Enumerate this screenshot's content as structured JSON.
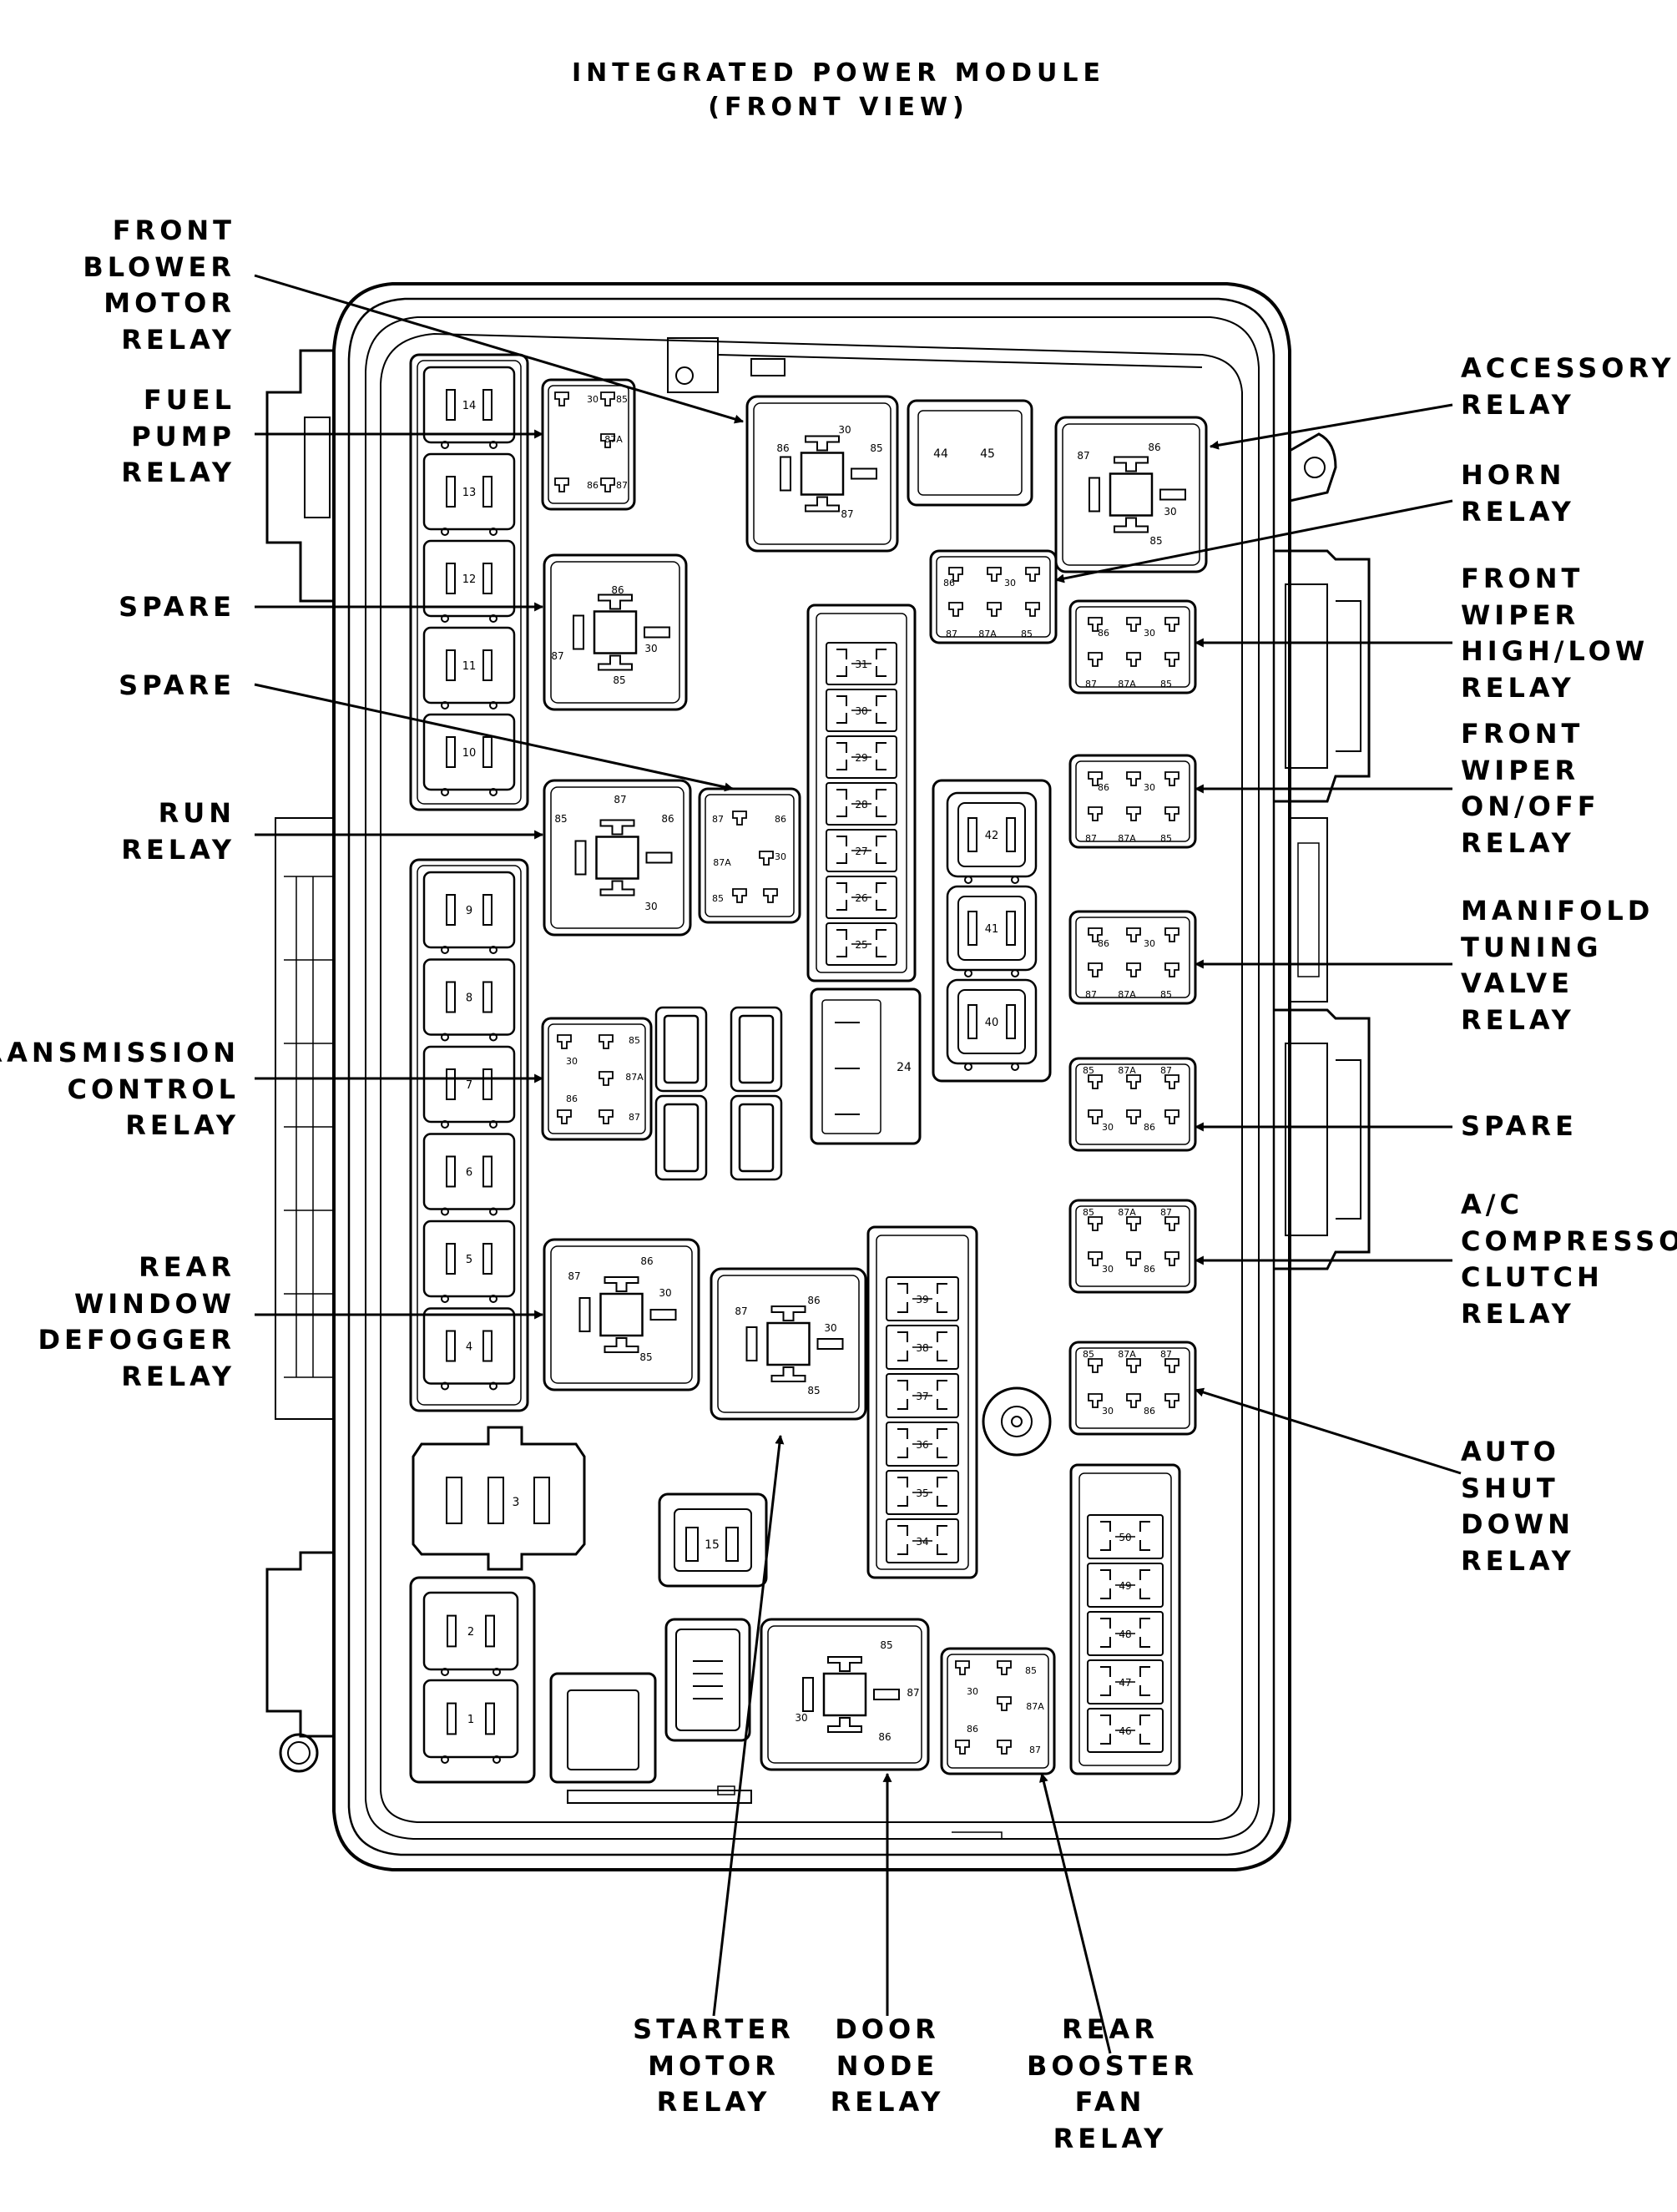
{
  "title": [
    "INTEGRATED POWER MODULE",
    "(FRONT VIEW)"
  ],
  "callouts": {
    "front_blower_motor_relay": [
      "FRONT",
      "BLOWER",
      "MOTOR",
      "RELAY"
    ],
    "fuel_pump_relay": [
      "FUEL",
      "PUMP",
      "RELAY"
    ],
    "spare_1": [
      "SPARE"
    ],
    "spare_2": [
      "SPARE"
    ],
    "run_relay": [
      "RUN",
      "RELAY"
    ],
    "transmission_control_relay": [
      "TRANSMISSION",
      "CONTROL",
      "RELAY"
    ],
    "rear_window_defogger_relay": [
      "REAR",
      "WINDOW",
      "DEFOGGER",
      "RELAY"
    ],
    "accessory_relay": [
      "ACCESSORY",
      "RELAY"
    ],
    "horn_relay": [
      "HORN",
      "RELAY"
    ],
    "front_wiper_high_low_relay": [
      "FRONT",
      "WIPER",
      "HIGH/LOW",
      "RELAY"
    ],
    "front_wiper_on_off_relay": [
      "FRONT",
      "WIPER",
      "ON/OFF",
      "RELAY"
    ],
    "manifold_tuning_valve_relay": [
      "MANIFOLD",
      "TUNING",
      "VALVE",
      "RELAY"
    ],
    "spare_3": [
      "SPARE"
    ],
    "ac_compressor_clutch_relay": [
      "A/C",
      "COMPRESSOR",
      "CLUTCH",
      "RELAY"
    ],
    "auto_shut_down_relay": [
      "AUTO",
      "SHUT",
      "DOWN",
      "RELAY"
    ],
    "starter_motor_relay": [
      "STARTER",
      "MOTOR",
      "RELAY"
    ],
    "door_node_relay": [
      "DOOR",
      "NODE",
      "RELAY"
    ],
    "rear_booster_fan_relay": [
      "REAR",
      "BOOSTER",
      "FAN",
      "RELAY"
    ]
  },
  "fuses": {
    "left_column": [
      "14",
      "13",
      "12",
      "11",
      "10",
      "9",
      "8",
      "7",
      "6",
      "5",
      "4"
    ],
    "bottom_left": [
      "2",
      "1"
    ],
    "large": "3",
    "single": "15",
    "top_pair": [
      "44",
      "45"
    ],
    "mini_column_center": [
      "31",
      "30",
      "29",
      "28",
      "27",
      "26",
      "25"
    ],
    "cartridge_column": [
      "42",
      "41",
      "40"
    ],
    "side_block": "24",
    "mini_column_lower": [
      "39",
      "38",
      "37",
      "36",
      "35",
      "34"
    ],
    "mini_column_right": [
      "50",
      "49",
      "48",
      "47",
      "46"
    ]
  },
  "terminals": {
    "t30": "30",
    "t85": "85",
    "t86": "86",
    "t87": "87",
    "t87a": "87A"
  }
}
